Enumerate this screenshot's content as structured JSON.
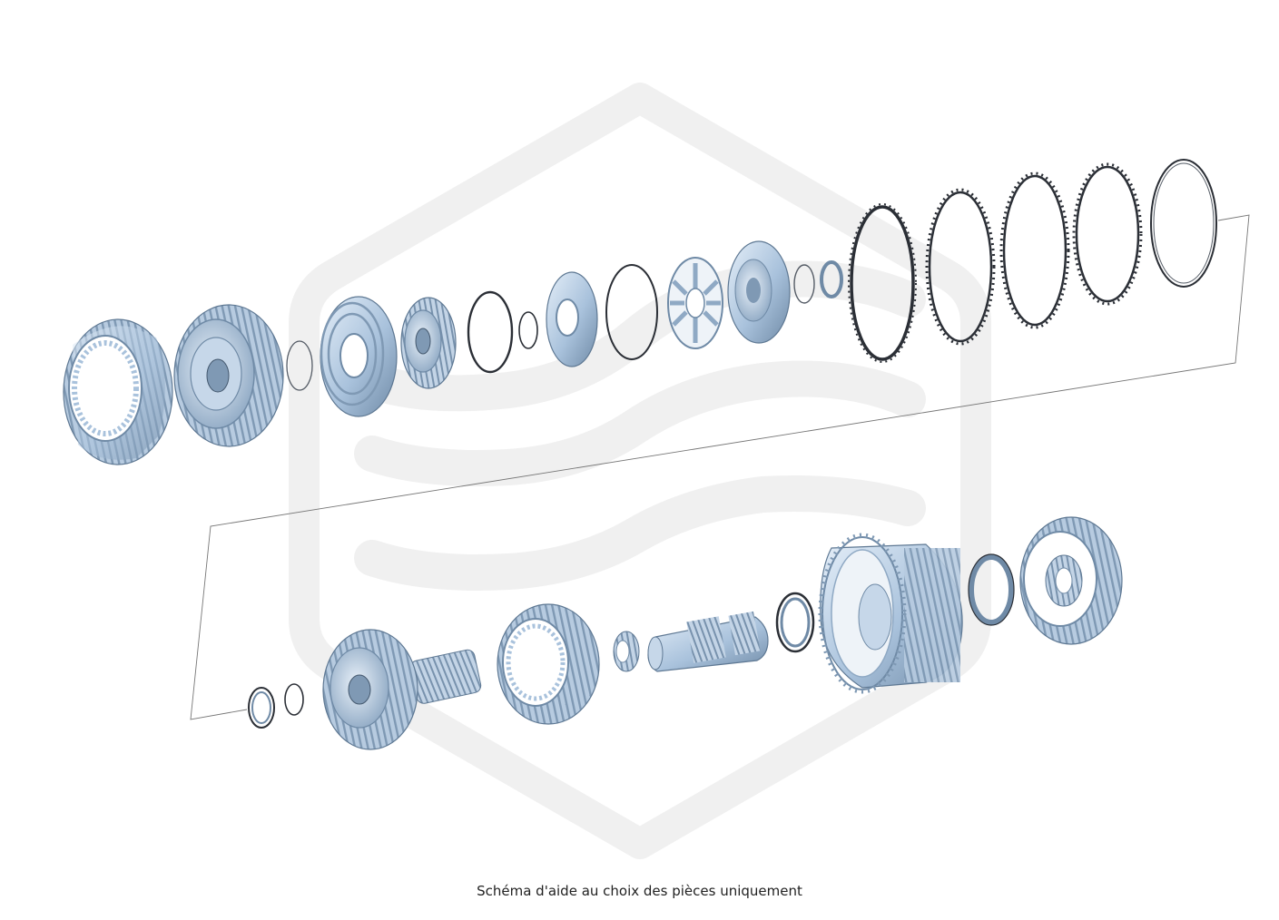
{
  "caption": "Schéma d'aide au choix des pièces uniquement",
  "colors": {
    "background": "#ffffff",
    "watermark": "#f0f0f0",
    "part_light": "#d8e6f4",
    "part_mid": "#a9c2dc",
    "part_dark": "#6f8aa6",
    "part_edge": "#44586e",
    "ring_dark": "#2b2f36",
    "leader_line": "#777777",
    "caption_text": "#222222"
  },
  "watermark": {
    "kind": "logo",
    "icon": "brand-logo-watermark"
  },
  "diagram": {
    "type": "exploded-assembly",
    "parts_top_row": [
      "clutch-drum",
      "clutch-drum",
      "snap-ring",
      "piston",
      "sun-gear-hub",
      "o-ring",
      "thrust-washer",
      "piston-plate",
      "o-ring",
      "spring-retainer",
      "balance-dam",
      "snap-ring",
      "thrust-washer",
      "friction-plate",
      "friction-plate",
      "friction-plate",
      "friction-plate",
      "pressure-plate"
    ],
    "parts_bottom_row": [
      "thrust-washer",
      "snap-ring",
      "output-shaft-drum",
      "ring-gear",
      "needle-bearing",
      "intermediate-shaft",
      "thrust-washer",
      "clutch-housing",
      "thrust-bearing",
      "input-drum"
    ]
  }
}
